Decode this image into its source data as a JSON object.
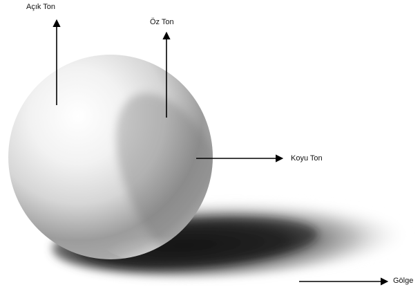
{
  "labels": {
    "highlight": "Açık Ton",
    "halftone": "Öz Ton",
    "core_shadow": "Koyu Ton",
    "cast_shadow": "Gölge"
  }
}
